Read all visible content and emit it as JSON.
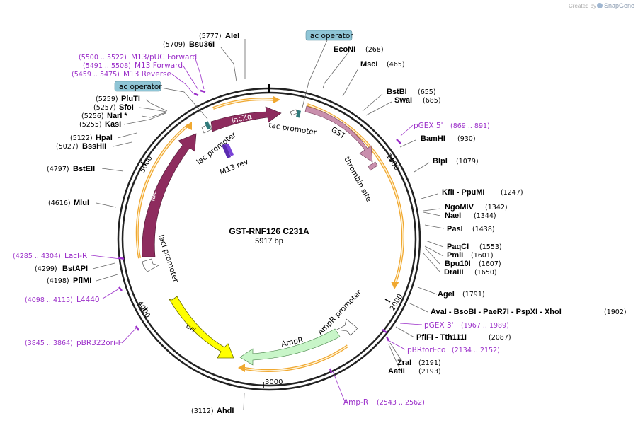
{
  "credit": {
    "prefix": "Created by",
    "brand": "SnapGene"
  },
  "plasmid": {
    "name": "GST-RNF126 C231A",
    "size": "5917 bp"
  },
  "ticks": [
    "1000",
    "2000",
    "3000",
    "4000",
    "5000"
  ],
  "features": {
    "lacZa": "lacZα",
    "gst": "GST",
    "thrombin": "thrombin site",
    "laci": "lacI",
    "ori": "ori",
    "ampr": "AmpR",
    "lac_promoter": "lac promoter",
    "lac_promoter_2": "lacI promoter",
    "tac_promoter": "tac promoter",
    "m13rev": "M13 rev",
    "ampr_promoter": "AmpR promoter",
    "lac_operator_1": "lac operator",
    "lac_operator_2": "lac operator"
  },
  "sites": [
    {
      "name": "AleI",
      "pos": "(5777)"
    },
    {
      "name": "Bsu36I",
      "pos": "(5709)"
    },
    {
      "name": "EcoNI",
      "pos": "(268)"
    },
    {
      "name": "MscI",
      "pos": "(465)"
    },
    {
      "name": "BstBI",
      "pos": "(655)"
    },
    {
      "name": "SwaI",
      "pos": "(685)"
    },
    {
      "name": "BamHI",
      "pos": "(930)"
    },
    {
      "name": "BlpI",
      "pos": "(1079)"
    },
    {
      "name": "KflI - PpuMI",
      "pos": "(1247)"
    },
    {
      "name": "NgoMIV",
      "pos": "(1342)"
    },
    {
      "name": "NaeI",
      "pos": "(1344)"
    },
    {
      "name": "PasI",
      "pos": "(1438)"
    },
    {
      "name": "PaqCI",
      "pos": "(1553)"
    },
    {
      "name": "PmlI",
      "pos": "(1601)"
    },
    {
      "name": "Bpu10I",
      "pos": "(1607)"
    },
    {
      "name": "DraIII",
      "pos": "(1650)"
    },
    {
      "name": "AgeI",
      "pos": "(1791)"
    },
    {
      "name": "AvaI - BsoBI - PaeR7I - PspXI - XhoI",
      "pos": "(1902)"
    },
    {
      "name": "PflFI - Tth111I",
      "pos": "(2087)"
    },
    {
      "name": "ZraI",
      "pos": "(2191)"
    },
    {
      "name": "AatII",
      "pos": "(2193)"
    },
    {
      "name": "AhdI",
      "pos": "(3112)"
    },
    {
      "name": "MluI",
      "pos": "(4616)"
    },
    {
      "name": "BstEII",
      "pos": "(4797)"
    },
    {
      "name": "BssHII",
      "pos": "(5027)"
    },
    {
      "name": "HpaI",
      "pos": "(5122)"
    },
    {
      "name": "KasI",
      "pos": "(5255)"
    },
    {
      "name": "NarI *",
      "pos": "(5256)"
    },
    {
      "name": "SfoI",
      "pos": "(5257)"
    },
    {
      "name": "PluTI",
      "pos": "(5259)"
    },
    {
      "name": "BstAPI",
      "pos": "(4299)"
    },
    {
      "name": "PflMI",
      "pos": "(4198)"
    }
  ],
  "primers": [
    {
      "name": "M13/pUC Forward",
      "pos": "(5500 .. 5522)"
    },
    {
      "name": "M13 Forward",
      "pos": "(5491 .. 5508)"
    },
    {
      "name": "M13 Reverse",
      "pos": "(5459 .. 5475)"
    },
    {
      "name": "pGEX 5'",
      "pos": "(869 .. 891)"
    },
    {
      "name": "pGEX 3'",
      "pos": "(1967 .. 1989)"
    },
    {
      "name": "pBRforEco",
      "pos": "(2134 .. 2152)"
    },
    {
      "name": "Amp-R",
      "pos": "(2543 .. 2562)"
    },
    {
      "name": "pBR322ori-F",
      "pos": "(3845 .. 3864)"
    },
    {
      "name": "L4440",
      "pos": "(4098 .. 4115)"
    },
    {
      "name": "LacI-R",
      "pos": "(4285 .. 4304)"
    }
  ],
  "colors": {
    "backbone": "#222222",
    "orf": "#f0a830",
    "lacZa": "#8e2c5e",
    "gst": "#c98fad",
    "laci": "#8e2c5e",
    "ori": "#ffff00",
    "ampr": "#c8f5c8",
    "primer": "#9b2fc9",
    "operator": "#8fc5d6"
  }
}
